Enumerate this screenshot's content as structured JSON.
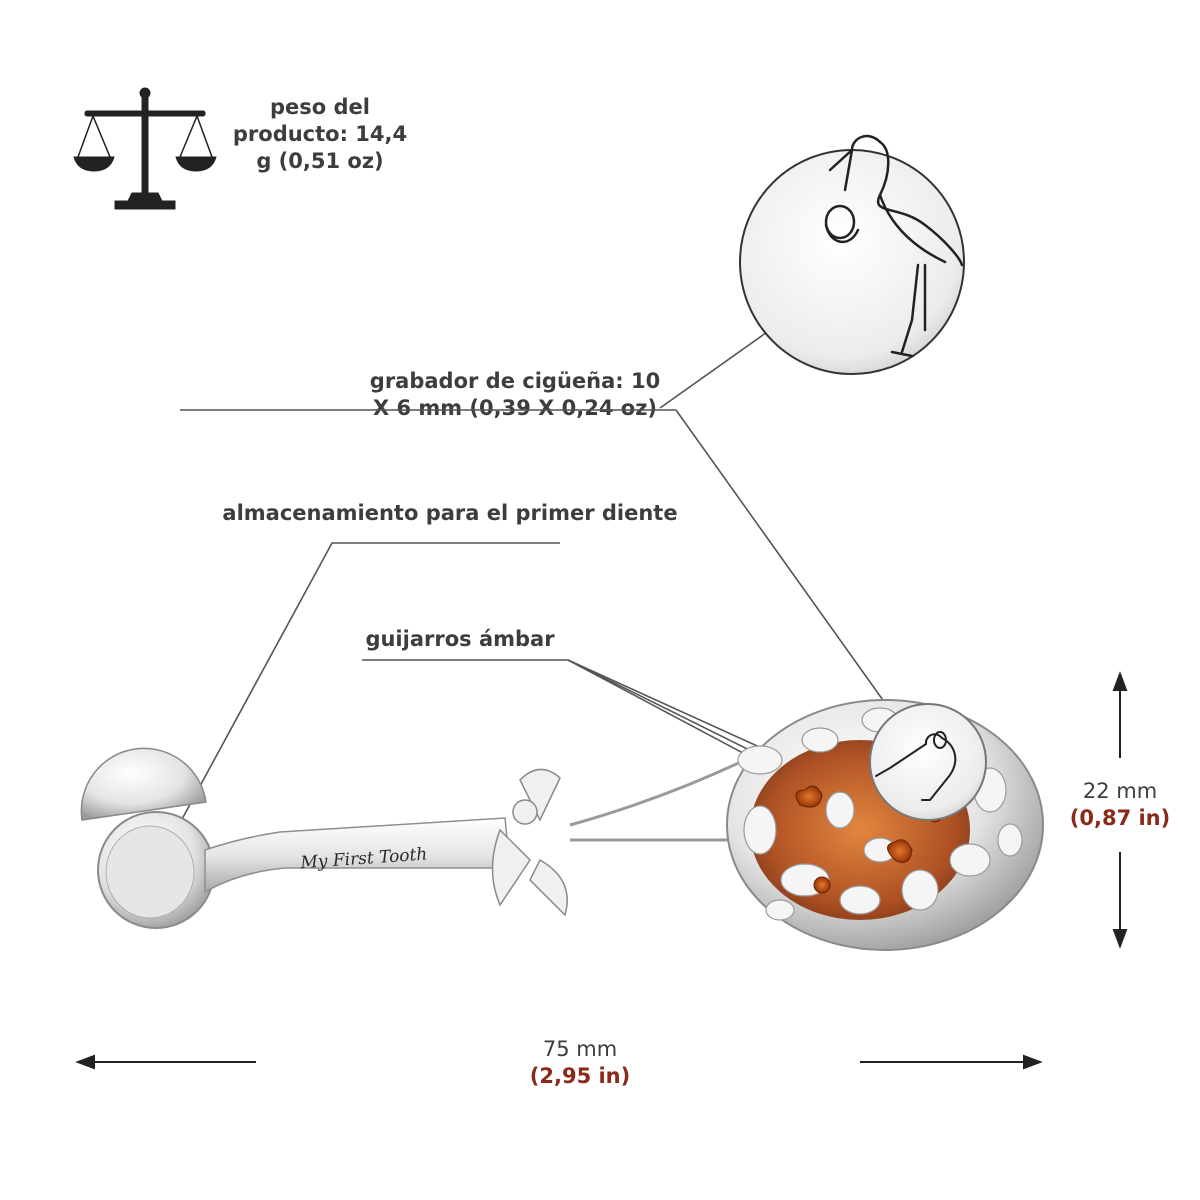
{
  "weight": {
    "line1": "peso del",
    "line2": "producto: 14,4",
    "line3": "g (0,51 oz)",
    "icon": "scale-icon"
  },
  "engraver": {
    "line1": "grabador de cigüeña: 10",
    "line2": "X 6 mm (0,39 X 0,24 oz)"
  },
  "storage": {
    "label": "almacenamiento para el primer diente"
  },
  "amber": {
    "label": "guijarros ámbar"
  },
  "engraving_text": "My First Tooth",
  "height": {
    "mm": "22 mm",
    "in": "(0,87 in)"
  },
  "width": {
    "mm": "75 mm",
    "in": "(2,95 in)"
  },
  "colors": {
    "text": "#3d3d3d",
    "accent_dim": "#8a2a1a",
    "amber": "#a8400e",
    "silver": "#d8d8d8"
  }
}
